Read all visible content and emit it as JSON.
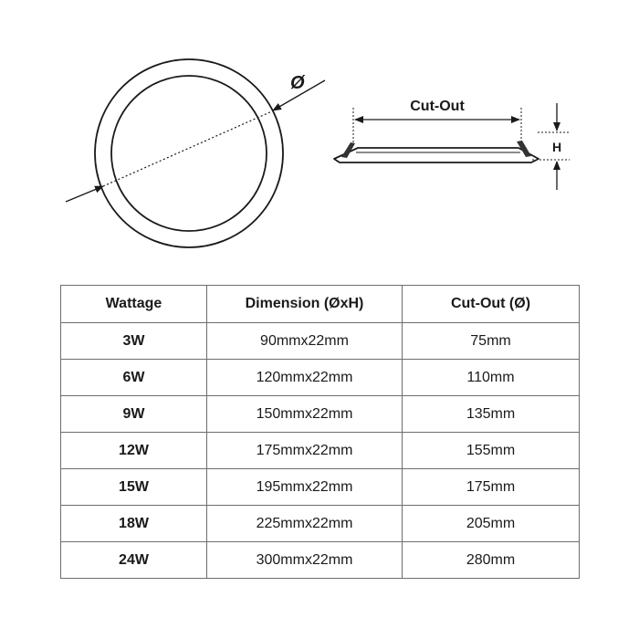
{
  "diagram": {
    "diameter_symbol": "Ø",
    "cutout_label": "Cut-Out",
    "height_label": "H"
  },
  "table": {
    "headers": [
      "Wattage",
      "Dimension (ØxH)",
      "Cut-Out (Ø)"
    ],
    "rows": [
      [
        "3W",
        "90mmx22mm",
        "75mm"
      ],
      [
        "6W",
        "120mmx22mm",
        "110mm"
      ],
      [
        "9W",
        "150mmx22mm",
        "135mm"
      ],
      [
        "12W",
        "175mmx22mm",
        "155mm"
      ],
      [
        "15W",
        "195mmx22mm",
        "175mm"
      ],
      [
        "18W",
        "225mmx22mm",
        "205mm"
      ],
      [
        "24W",
        "300mmx22mm",
        "280mm"
      ]
    ]
  }
}
